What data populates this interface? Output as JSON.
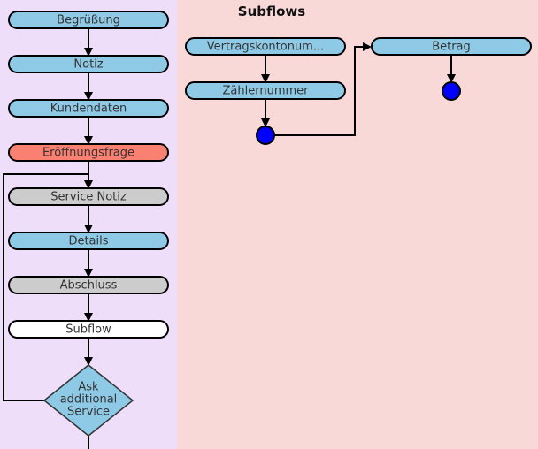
{
  "colors": {
    "left_bg": "#efdefa",
    "right_bg": "#f8d9d8",
    "node_blue": "#8ecae6",
    "node_salmon": "#fa8072",
    "node_gray": "#cccccc",
    "node_white": "#ffffff",
    "end_circle": "#0000ff"
  },
  "main_flow": {
    "nodes": [
      {
        "id": "begruessung",
        "label": "Begrüßung",
        "color": "#8ecae6"
      },
      {
        "id": "notiz",
        "label": "Notiz",
        "color": "#8ecae6"
      },
      {
        "id": "kundendaten",
        "label": "Kundendaten",
        "color": "#8ecae6"
      },
      {
        "id": "eroeffnungsfrage",
        "label": "Eröffnungsfrage",
        "color": "#fa8072"
      },
      {
        "id": "service-notiz",
        "label": "Service Notiz",
        "color": "#cccccc"
      },
      {
        "id": "details",
        "label": "Details",
        "color": "#8ecae6"
      },
      {
        "id": "abschluss",
        "label": "Abschluss",
        "color": "#cccccc"
      },
      {
        "id": "subflow",
        "label": "Subflow",
        "color": "#ffffff"
      }
    ],
    "decision": {
      "id": "ask-additional-service",
      "lines": [
        "Ask",
        "additional",
        "Service"
      ],
      "color": "#8ecae6"
    }
  },
  "subflows": {
    "title": "Subflows",
    "nodes": [
      {
        "id": "vertragskontonummer",
        "label": "Vertragskontonum...",
        "color": "#8ecae6"
      },
      {
        "id": "zaehlernummer",
        "label": "Zählernummer",
        "color": "#8ecae6"
      },
      {
        "id": "betrag",
        "label": "Betrag",
        "color": "#8ecae6"
      }
    ]
  }
}
